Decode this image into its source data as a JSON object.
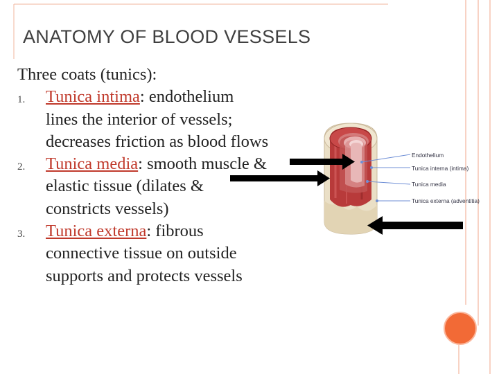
{
  "slide": {
    "title": "ANATOMY OF BLOOD VESSELS",
    "intro": "Three coats (tunics):",
    "items": [
      {
        "number": "1.",
        "term": "Tunica intima",
        "lines": [
          ": endothelium",
          "lines the interior of vessels;",
          "decreases friction as blood flows"
        ]
      },
      {
        "number": "2.",
        "term": "Tunica media",
        "lines": [
          ": smooth muscle &",
          "elastic tissue (dilates &",
          "constricts vessels)"
        ]
      },
      {
        "number": "3.",
        "term": "Tunica externa",
        "lines": [
          ": fibrous",
          "connective tissue on outside",
          "supports and protects vessels"
        ]
      }
    ]
  },
  "diagram": {
    "labels": [
      "Endothelium",
      "Tunica interna (intima)",
      "Tunica media",
      "Tunica externa (adventitia)"
    ]
  },
  "colors": {
    "term": "#c0392b",
    "accent_orange": "#f26a36",
    "deco_line": "#f2b59c",
    "pointer_line": "#6f8fd6",
    "arrow": "#000000"
  }
}
